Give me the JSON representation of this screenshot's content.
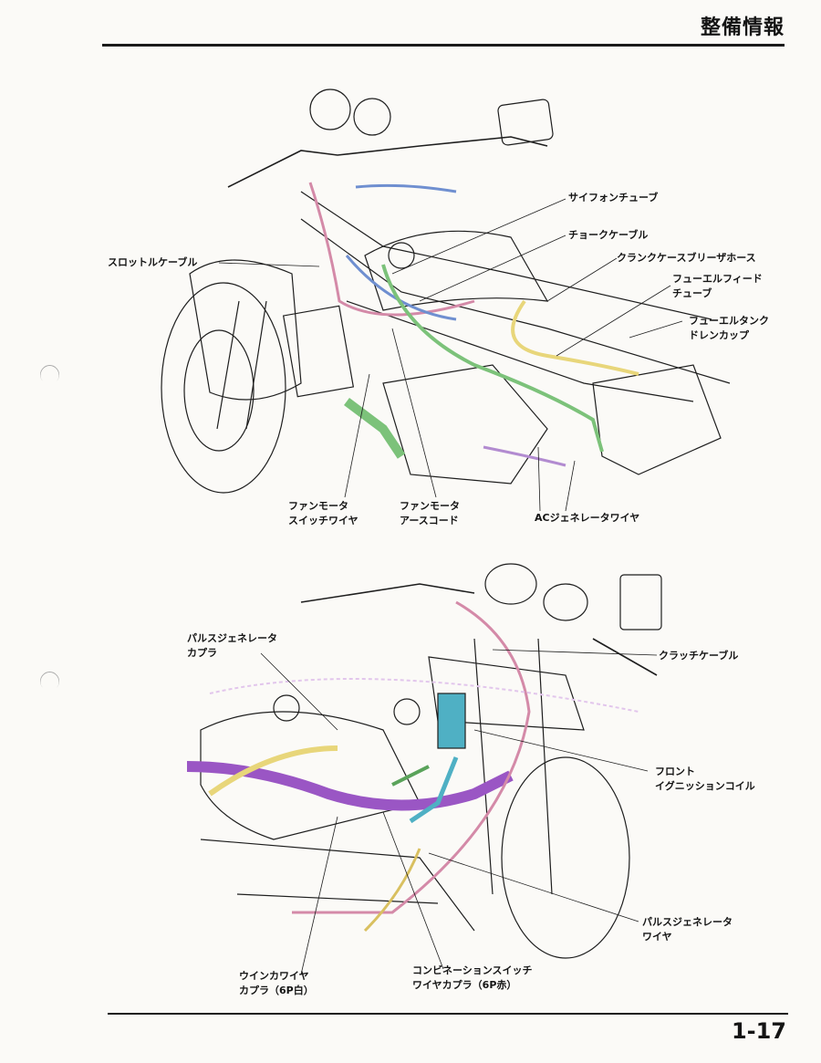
{
  "header": {
    "title": "整備情報"
  },
  "page": {
    "number": "1-17"
  },
  "figure_top": {
    "labels": {
      "siphon_tube": "サイフォンチューブ",
      "choke_cable": "チョークケーブル",
      "throttle_cable": "スロットルケーブル",
      "crankcase_breather": "クランクケースブリーザホース",
      "fuel_feed_tube_1": "フューエルフィード",
      "fuel_feed_tube_2": "チューブ",
      "fuel_tank_drain_1": "フューエルタンク",
      "fuel_tank_drain_2": "ドレンカップ",
      "fan_switch_wire_1": "ファンモータ",
      "fan_switch_wire_2": "スイッチワイヤ",
      "fan_earth_cord_1": "ファンモータ",
      "fan_earth_cord_2": "アースコード",
      "ac_generator_wire": "ACジェネレータワイヤ"
    }
  },
  "figure_bottom": {
    "labels": {
      "pulse_gen_coupler_1": "パルスジェネレータ",
      "pulse_gen_coupler_2": "カプラ",
      "clutch_cable": "クラッチケーブル",
      "front_ignition_coil_1": "フロント",
      "front_ignition_coil_2": "イグニッションコイル",
      "pulse_gen_wire_1": "パルスジェネレータ",
      "pulse_gen_wire_2": "ワイヤ",
      "winker_coupler_1": "ウインカワイヤ",
      "winker_coupler_2": "カプラ（6P白）",
      "combination_switch_1": "コンビネーションスイッチ",
      "combination_switch_2": "ワイヤカプラ（6P赤）"
    }
  }
}
